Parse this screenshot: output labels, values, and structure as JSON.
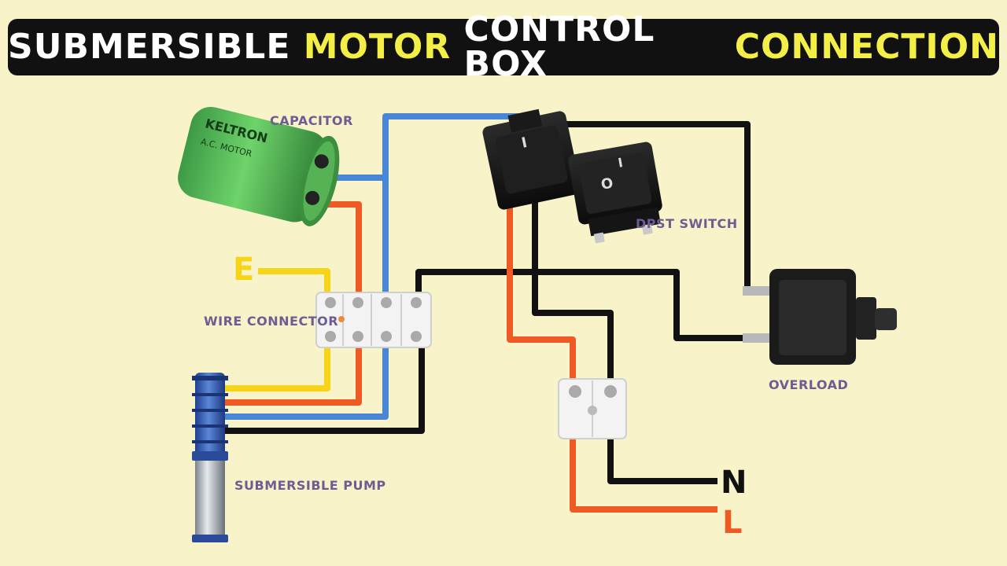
{
  "title": {
    "part1": "SUBMERSIBLE",
    "part2": "MOTOR",
    "part3": "CONTROL BOX",
    "part4": "CONNECTION"
  },
  "labels": {
    "capacitor": "CAPACITOR",
    "dpst_switch": "DPST SWITCH",
    "wire_connector": "WIRE CONNECTOR",
    "overload": "OVERLOAD",
    "submersible_pump": "SUBMERSIBLE PUMP",
    "earth": "E",
    "neutral": "N",
    "line": "L"
  },
  "capacitor_print": {
    "brand": "KELTRON",
    "model": "A.C. MOTOR"
  },
  "switch_marks": {
    "on": "I",
    "off": "O"
  },
  "colors": {
    "background": "#f8f3c8",
    "banner": "#111111",
    "title_white": "#ffffff",
    "title_yellow": "#f4ef46",
    "wire_blue": "#4a86d6",
    "wire_red": "#ef5a24",
    "wire_black": "#111111",
    "wire_yellow": "#f7d417",
    "label_purple": "#6e5c93"
  }
}
